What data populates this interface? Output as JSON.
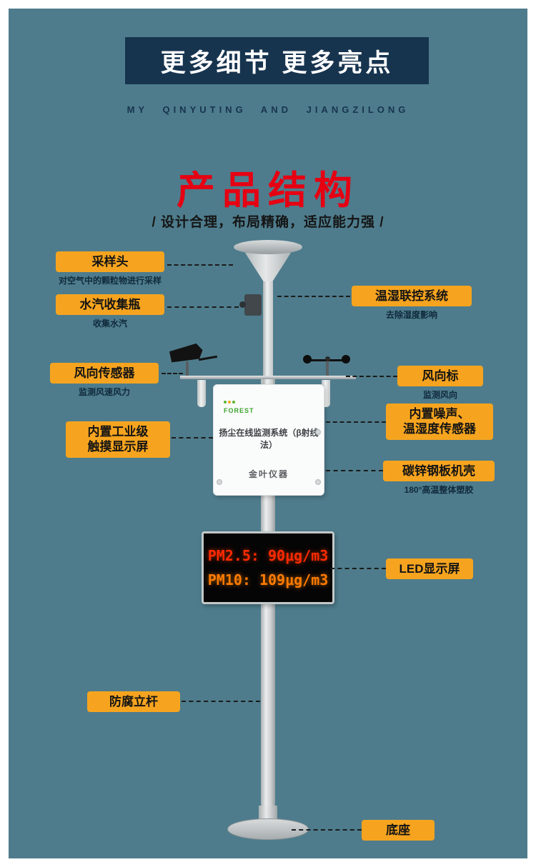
{
  "theme": {
    "background": "#4e7c8c",
    "header_bg": "#17344f",
    "accent_red": "#e60012",
    "label_orange": "#f6a41f",
    "led_red": "#ff2a00",
    "led_orange": "#ff7b00"
  },
  "header": {
    "title": "更多细节 更多亮点",
    "subtitle": "MY QINYUTING AND JIANGZILONG"
  },
  "section": {
    "title": "产品结构",
    "slogan": "/ 设计合理，布局精确，适应能力强 /"
  },
  "device": {
    "brand_logo": "FOREST",
    "panel_title": "扬尘在线监测系统（β射线法）",
    "panel_brand": "金叶仪器",
    "led_line1": "PM2.5: 90μg/m3",
    "led_line2": "PM10: 109μg/m3"
  },
  "labels": {
    "left": [
      {
        "title": "采样头",
        "desc": "对空气中的颗粒物进行采样"
      },
      {
        "title": "水汽收集瓶",
        "desc": "收集水汽"
      },
      {
        "title": "风向传感器",
        "desc": "监测风速风力"
      },
      {
        "title": "内置工业级",
        "title2": "触摸显示屏"
      },
      {
        "title": "防腐立杆"
      }
    ],
    "right": [
      {
        "title": "温湿联控系统",
        "desc": "去除湿度影响"
      },
      {
        "title": "风向标",
        "desc": "监测风向"
      },
      {
        "title": "内置噪声、",
        "title2": "温湿度传感器"
      },
      {
        "title": "碳锌钢板机壳",
        "desc": "180°高温整体塑胶"
      },
      {
        "title": "LED显示屏"
      },
      {
        "title": "底座"
      }
    ]
  }
}
